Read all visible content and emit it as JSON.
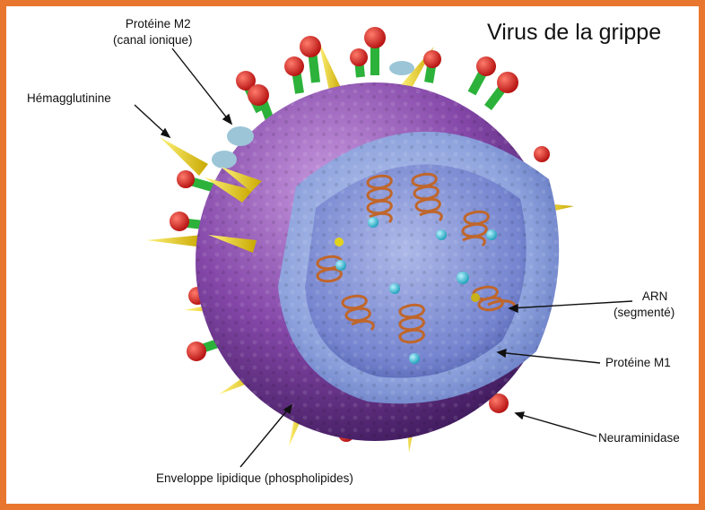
{
  "title": "Virus de la grippe",
  "labels": {
    "m2": [
      "Protéine M2",
      "(canal ionique)"
    ],
    "hemagglutinin": "Hémagglutinine",
    "arn": [
      "ARN",
      "(segmenté)"
    ],
    "m1": "Protéine M1",
    "neuraminidase": "Neuraminidase",
    "envelope": "Enveloppe lipidique (phospholipides)"
  },
  "colors": {
    "frame": "#e9762f",
    "envelope": "#7b3f9e",
    "matrix": "#8fa3d9",
    "core": "#5d6fbd",
    "rna": "#c0662a",
    "hemagglutinin_spike": "#f1d313",
    "neuraminidase_head": "#d81818",
    "neuraminidase_stalk": "#2cb23a",
    "m2_channel": "#9cc6d8"
  }
}
